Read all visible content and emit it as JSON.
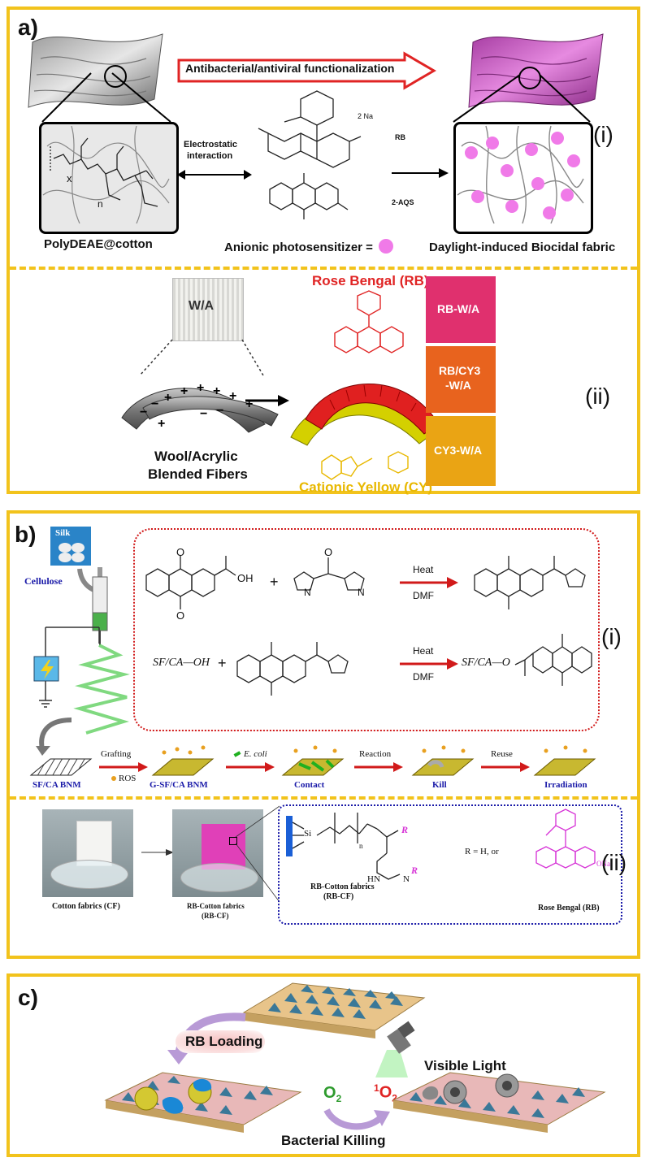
{
  "panel_a": {
    "label": "a)",
    "i": {
      "roman": "(i)",
      "arrow_text": "Antibacterial/antiviral functionalization",
      "electrostatic": "Electrostatic",
      "interaction": "interaction",
      "rb_label": "RB",
      "na_label": "2 Na",
      "aqs_label": "2-AQS",
      "left_caption": "PolyDEAE@cotton",
      "middle_caption": "Anionic photosensitizer =",
      "right_caption": "Daylight-induced Biocidal fabric",
      "x_label": "x",
      "n_label": "n",
      "colors": {
        "arrow": "#e02424",
        "pink_dot": "#f07ae8",
        "fabric_pink": "#c63fbf"
      }
    },
    "ii": {
      "roman": "(ii)",
      "wa_label": "W/A",
      "rose_bengal_title": "Rose Bengal (RB)",
      "cationic_yellow_title": "Cationic Yellow (CY)",
      "fiber_caption_1": "Wool/Acrylic",
      "fiber_caption_2": "Blended Fibers",
      "swatches": [
        {
          "label": "RB-W/A",
          "color": "#e0306e"
        },
        {
          "label": "RB/CY3",
          "label2": "-W/A",
          "color": "#e8631e"
        },
        {
          "label": "CY3-W/A",
          "color": "#eaa414"
        }
      ],
      "colors": {
        "rb": "#e02424",
        "cy": "#e8b800"
      }
    }
  },
  "panel_b": {
    "label": "b)",
    "i": {
      "roman": "(i)",
      "silk": "Silk",
      "cellulose": "Cellulose",
      "heat": "Heat",
      "dmf": "DMF",
      "oh": "OH",
      "n_atom": "N",
      "sfca_oh": "SF/CA—OH",
      "sfca_o": "SF/CA—O",
      "plus": "+",
      "o_atom": "O",
      "flow_labels": [
        "Grafting",
        "ROS",
        "E. coli",
        "Reaction",
        "Reuse"
      ],
      "stages": [
        "SF/CA BNM",
        "G-SF/CA BNM",
        "Contact",
        "Kill",
        "Irradiation"
      ],
      "colors": {
        "dash_box": "#d11a1a",
        "arrow": "#d11a1a",
        "stage_text": "#1a1aa8"
      }
    },
    "ii": {
      "roman": "(ii)",
      "cf_caption": "Cotton fabrics (CF)",
      "rbcf_caption_1": "RB-Cotton fabrics",
      "rbcf_caption_2": "(RB-CF)",
      "rbcf_struct_1": "RB-Cotton fabrics",
      "rbcf_struct_2": "(RB-CF)",
      "r_def": "R = H, or",
      "rb_name": "Rose Bengal (RB)",
      "si": "Si",
      "hn": "HN",
      "nh": "N",
      "r_letter": "R",
      "onа": "ONa",
      "colors": {
        "dash_box": "#1a1aa8",
        "rb": "#d631d6",
        "bar": "#1a5fd6"
      }
    }
  },
  "panel_c": {
    "label": "c)",
    "rb_loading": "RB Loading",
    "visible_light": "Visible Light",
    "o2": "O",
    "o2_sub": "2",
    "singlet_sup": "1",
    "singlet": "O",
    "singlet_sub": "2",
    "bacterial_killing": "Bacterial Killing",
    "colors": {
      "o2": "#2e9b2e",
      "singlet": "#e02424",
      "arc": "#b89ad6"
    }
  }
}
